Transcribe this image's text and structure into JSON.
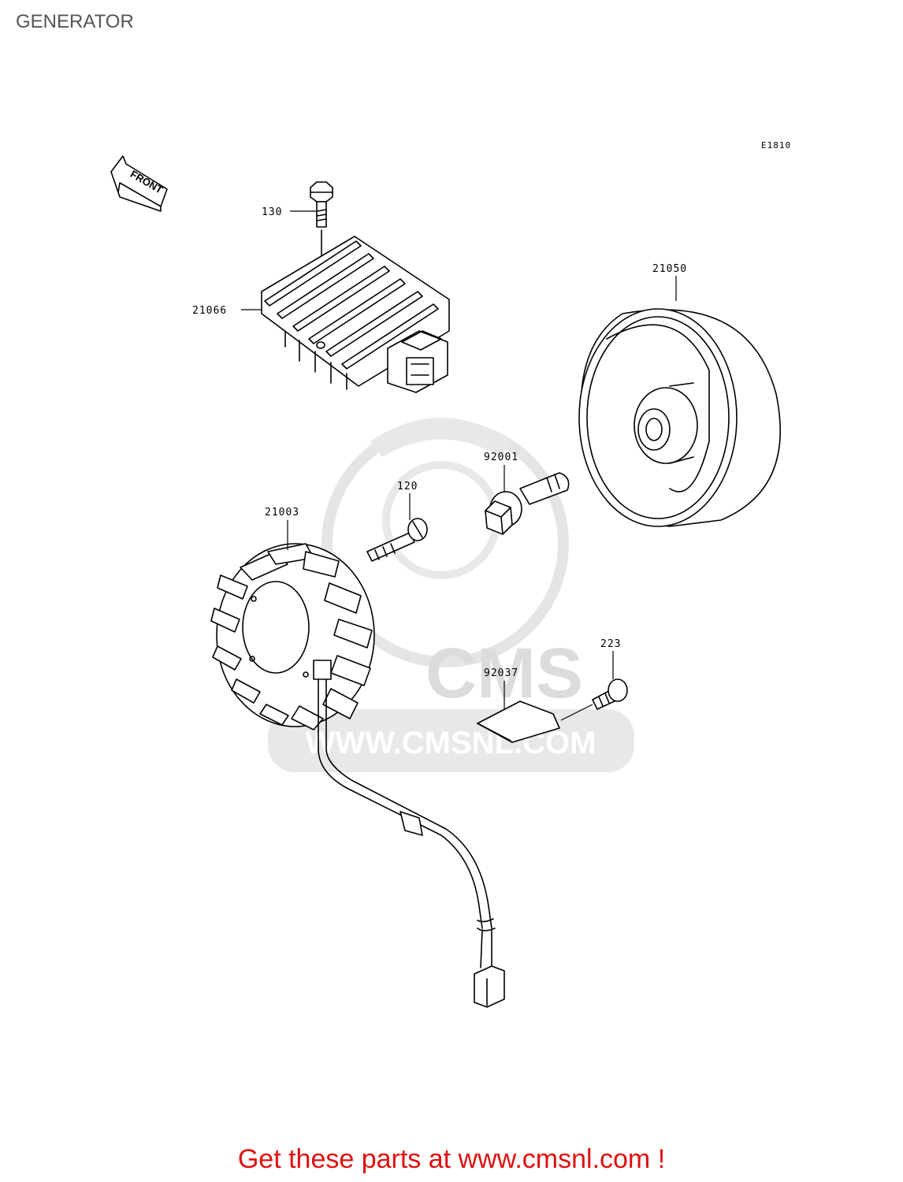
{
  "page": {
    "title": "GENERATOR",
    "figure_code": "E1810",
    "footer_text": "Get these parts at www.cmsnl.com !"
  },
  "diagram": {
    "direction_marker": "FRONT",
    "parts": [
      {
        "id": "130"
      },
      {
        "id": "21066"
      },
      {
        "id": "21050"
      },
      {
        "id": "92001"
      },
      {
        "id": "120"
      },
      {
        "id": "21003"
      },
      {
        "id": "223"
      },
      {
        "id": "92037"
      }
    ]
  },
  "watermark": {
    "brand": "CMS",
    "url": "WWW.CMSNL.COM"
  },
  "colors": {
    "footer": "#e01010",
    "title": "#555555",
    "watermark": "#e0e0e0"
  }
}
